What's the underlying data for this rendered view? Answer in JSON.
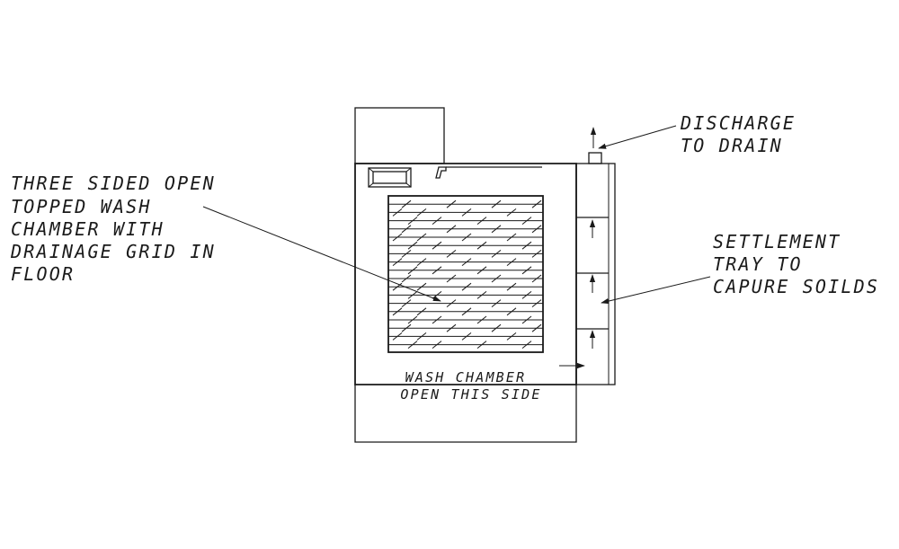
{
  "annotations": {
    "wash_chamber": [
      "THREE SIDED OPEN",
      "TOPPED WASH",
      "CHAMBER WITH",
      "DRAINAGE GRID IN",
      "FLOOR"
    ],
    "discharge": [
      "DISCHARGE",
      "TO DRAIN"
    ],
    "settlement": [
      "SETTLEMENT",
      "TRAY TO",
      "CAPURE SOILDS"
    ],
    "open_side": [
      "WASH CHAMBER",
      "OPEN THIS SIDE"
    ]
  },
  "colors": {
    "line": "#1a1a1a",
    "background": "#ffffff"
  },
  "icons": {
    "lance": "pressure-washer-lance-icon",
    "motor": "pump-unit-icon"
  }
}
